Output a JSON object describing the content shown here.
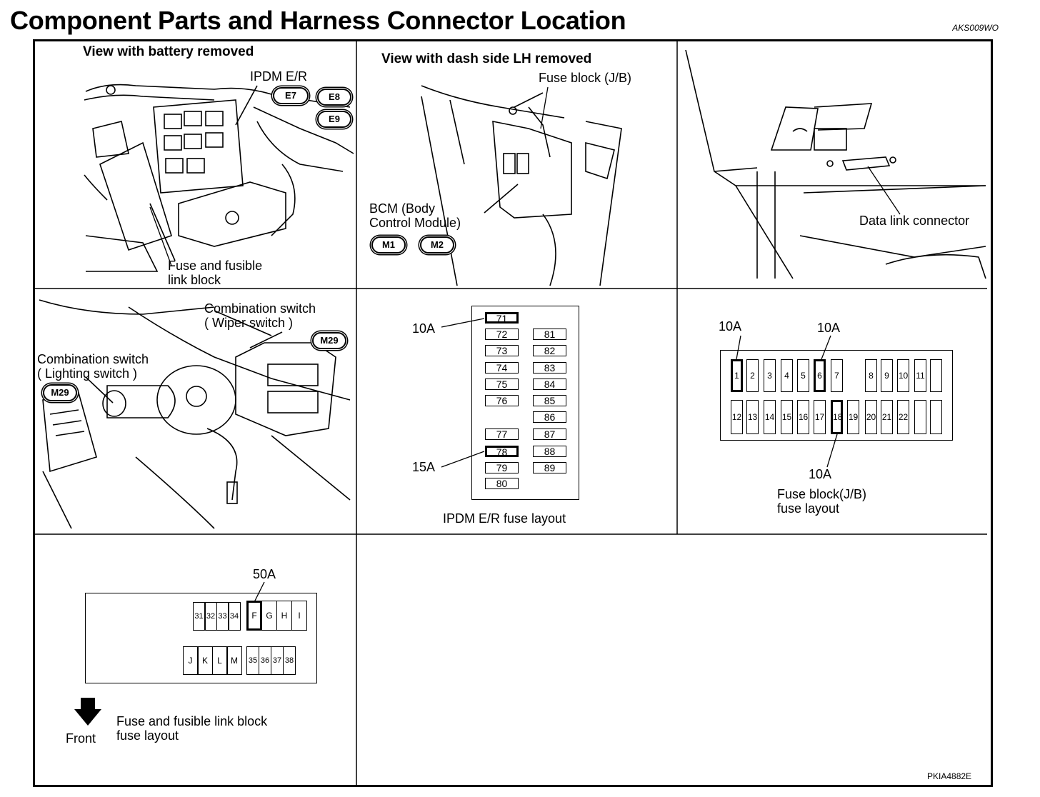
{
  "title": "Component Parts and Harness Connector Location",
  "code_top": "AKS009WO",
  "code_bottom": "PKIA4882E",
  "panel1": {
    "heading": "View with battery removed",
    "ipdm": "IPDM E/R",
    "connectors": [
      "E7",
      "E8",
      "E9"
    ],
    "fuse_block": "Fuse and fusible\nlink block"
  },
  "panel2": {
    "heading": "View with dash side LH removed",
    "fuse_block": "Fuse block (J/B)",
    "bcm": "BCM (Body\nControl Module)",
    "connectors": [
      "M1",
      "M2"
    ]
  },
  "panel3": {
    "data_link": "Data link connector"
  },
  "panel4": {
    "wiper": "Combination switch\n( Wiper switch )",
    "wiper_connector": "M29",
    "lighting": "Combination switch\n( Lighting switch )",
    "lighting_connector": "M29"
  },
  "panel5": {
    "caption": "IPDM E/R fuse layout",
    "label_top": "10A",
    "label_bottom": "15A",
    "left_col": [
      "71",
      "72",
      "73",
      "74",
      "75",
      "76",
      "77",
      "78",
      "79",
      "80"
    ],
    "right_col": [
      "81",
      "82",
      "83",
      "84",
      "85",
      "86",
      "87",
      "88",
      "89"
    ]
  },
  "panel6": {
    "caption": "Fuse block(J/B)\nfuse layout",
    "label_a": "10A",
    "label_b": "10A",
    "label_c": "10A",
    "top_row": [
      "1",
      "2",
      "3",
      "4",
      "5",
      "6",
      "7",
      "8",
      "9",
      "10",
      "11",
      ""
    ],
    "bottom_row": [
      "12",
      "13",
      "14",
      "15",
      "16",
      "17",
      "18",
      "19",
      "20",
      "21",
      "22",
      "",
      ""
    ]
  },
  "panel7": {
    "label": "50A",
    "caption": "Fuse and fusible link block\nfuse layout",
    "front": "Front",
    "top_left": [
      "31",
      "32",
      "33",
      "34"
    ],
    "top_right": [
      "F",
      "G",
      "H",
      "I"
    ],
    "bottom_left": [
      "J",
      "K",
      "L",
      "M"
    ],
    "bottom_right": [
      "35",
      "36",
      "37",
      "38"
    ]
  }
}
